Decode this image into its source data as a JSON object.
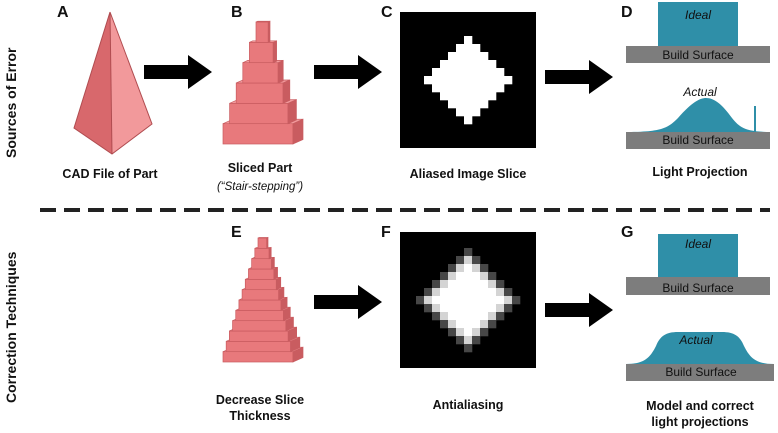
{
  "sides": {
    "top": "Sources of Error",
    "bottom": "Correction Techniques"
  },
  "panels": {
    "A": {
      "letter": "A",
      "caption": "CAD File of Part"
    },
    "B": {
      "letter": "B",
      "caption": "Sliced Part",
      "subcaption": "(“Stair-stepping”)"
    },
    "C": {
      "letter": "C",
      "caption": "Aliased Image Slice"
    },
    "D": {
      "letter": "D",
      "caption": "Light Projection",
      "ideal": "Ideal",
      "actual": "Actual",
      "surface": "Build Surface"
    },
    "E": {
      "letter": "E",
      "caption_line1": "Decrease Slice",
      "caption_line2": "Thickness"
    },
    "F": {
      "letter": "F",
      "caption": "Antialiasing"
    },
    "G": {
      "letter": "G",
      "caption_line1": "Model and correct",
      "caption_line2": "light projections",
      "ideal": "Ideal",
      "actual": "Actual",
      "surface": "Build Surface"
    }
  },
  "colors": {
    "part": "#e8797c",
    "part_light": "#f29a9c",
    "part_dark": "#c95c60",
    "resin": "#2f8fa8",
    "surface": "#7d7d7d",
    "arrow": "#000000"
  },
  "icons": [
    "right-arrow-icon"
  ]
}
